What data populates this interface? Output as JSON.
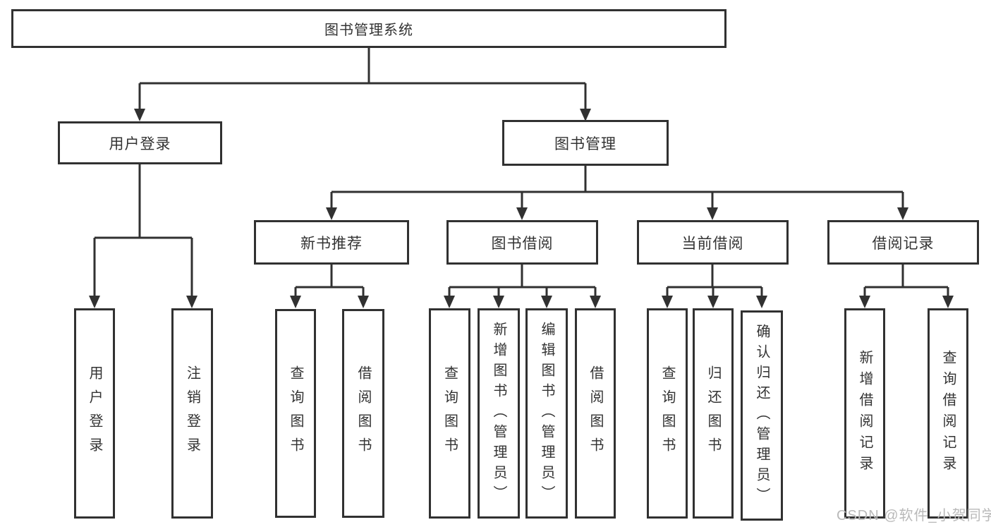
{
  "diagram": {
    "root": {
      "label": "图书管理系统"
    },
    "branches": [
      {
        "label": "用户登录",
        "children": [
          {
            "label": "用户登录"
          },
          {
            "label": "注销登录"
          }
        ]
      },
      {
        "label": "图书管理",
        "children": [
          {
            "label": "新书推荐",
            "children": [
              {
                "label": "查询图书"
              },
              {
                "label": "借阅图书"
              }
            ]
          },
          {
            "label": "图书借阅",
            "children": [
              {
                "label": "查询图书"
              },
              {
                "label": "新增图书（管理员）"
              },
              {
                "label": "编辑图书（管理员）"
              },
              {
                "label": "借阅图书"
              }
            ]
          },
          {
            "label": "当前借阅",
            "children": [
              {
                "label": "查询图书"
              },
              {
                "label": "归还图书"
              },
              {
                "label": "确认归还（管理员）"
              }
            ]
          },
          {
            "label": "借阅记录",
            "children": [
              {
                "label": "新增借阅记录"
              },
              {
                "label": "查询借阅记录"
              }
            ]
          }
        ]
      }
    ]
  },
  "watermark": {
    "text": "CSDN @软件_小贺同学"
  },
  "colors": {
    "line": "#313131",
    "box_fill": "#ffffff",
    "text": "#333333",
    "watermark": "#b9b9b9",
    "background": "#ffffff"
  }
}
